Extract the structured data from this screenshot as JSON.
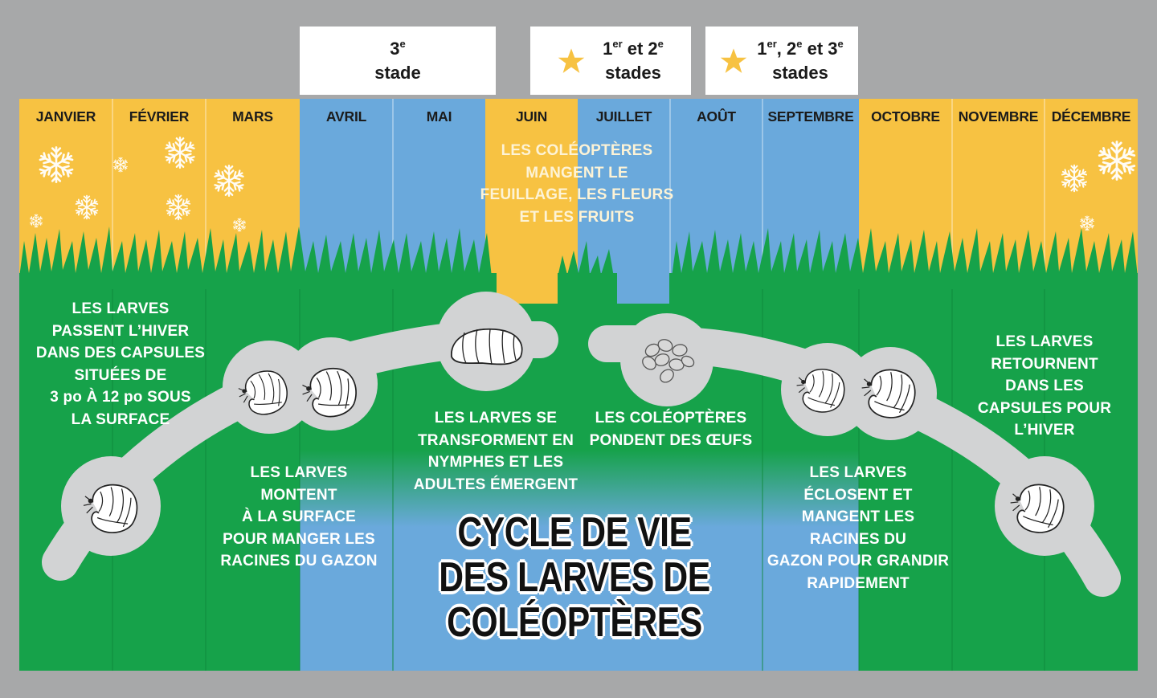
{
  "stages": {
    "box1": {
      "lines": [
        {
          "base": "3",
          "sup": "e",
          "rest": ""
        },
        {
          "base": "stade",
          "sup": "",
          "rest": ""
        }
      ],
      "star": false
    },
    "box2": {
      "lines": [
        {
          "base": "1",
          "sup": "er",
          "rest": " et 2",
          "sup2": "e"
        },
        {
          "base": "stades",
          "sup": "",
          "rest": ""
        }
      ],
      "star": true
    },
    "box3": {
      "lines": [
        {
          "base": "1",
          "sup": "er",
          "rest": ", 2",
          "sup2": "e",
          "rest2": " et 3",
          "sup3": "e"
        },
        {
          "base": "stades",
          "sup": "",
          "rest": ""
        }
      ],
      "star": true
    }
  },
  "months": [
    "JANVIER",
    "FÉVRIER",
    "MARS",
    "AVRIL",
    "MAI",
    "JUIN",
    "JUILLET",
    "AOÛT",
    "SEPTEMBRE",
    "OCTOBRE",
    "NOVEMBRE",
    "DÉCEMBRE"
  ],
  "captions": {
    "winter": [
      "LES LARVES",
      "PASSENT L’HIVER",
      "DANS DES CAPSULES",
      "SITUÉES DE",
      "3 po À 12 po SOUS",
      "LA SURFACE"
    ],
    "rise": [
      "LES LARVES",
      "MONTENT",
      "À LA SURFACE",
      "POUR MANGER LES",
      "RACINES DU GAZON"
    ],
    "pupate": [
      "LES LARVES SE",
      "TRANSFORMENT EN",
      "NYMPHES ET LES",
      "ADULTES ÉMERGENT"
    ],
    "adults": [
      "LES COLÉOPTÈRES",
      "MANGENT LE",
      "FEUILLAGE, LES FLEURS",
      "ET LES FRUITS"
    ],
    "eggs": [
      "LES COLÉOPTÈRES",
      "PONDENT DES ŒUFS"
    ],
    "hatch": [
      "LES LARVES",
      "ÉCLOSENT ET",
      "MANGENT LES",
      "RACINES DU",
      "GAZON POUR GRANDIR",
      "RAPIDEMENT"
    ],
    "return": [
      "LES LARVES",
      "RETOURNENT",
      "DANS LES",
      "CAPSULES POUR",
      "L’HIVER"
    ]
  },
  "title": [
    "CYCLE DE VIE",
    "DES LARVES DE",
    "COLÉOPTÈRES"
  ],
  "colors": {
    "background": "#a7a8a9",
    "yellow": "#f7c242",
    "blue": "#6aa9dc",
    "green": "#16a24a",
    "path": "#d2d3d4",
    "star": "#f7c242"
  },
  "icons": [
    "snowflake-icon",
    "grub-icon",
    "pupa-icon",
    "eggs-icon",
    "star-icon",
    "grass-icon"
  ]
}
